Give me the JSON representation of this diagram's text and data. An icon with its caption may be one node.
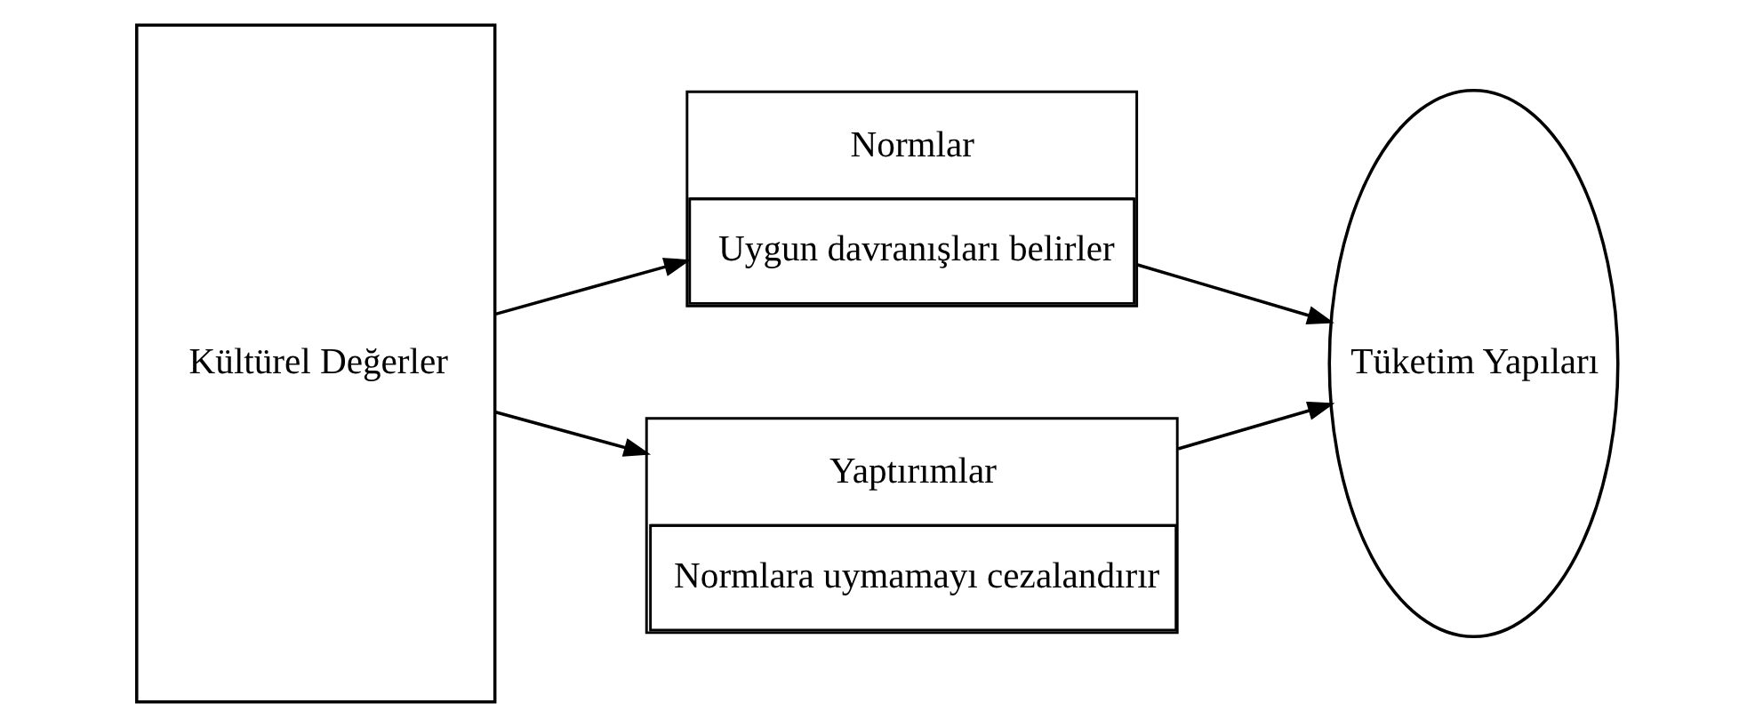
{
  "diagram": {
    "nodes": [
      {
        "text": [
          "Kültürel Değerler"
        ]
      },
      {
        "text": [
          "Normlar",
          "Uygun davranışları belirler"
        ]
      },
      {
        "text": [
          "Yaptırımlar",
          "Normlara uymamayı cezalandırır"
        ]
      },
      {
        "text": [
          "Tüketim Yapıları"
        ]
      }
    ],
    "edges": [
      {
        "from": 0,
        "to": 1,
        "arrow": "to"
      },
      {
        "from": 0,
        "to": 2,
        "arrow": "to"
      },
      {
        "from": 1,
        "to": 3,
        "arrow": "to"
      },
      {
        "from": 2,
        "to": 3,
        "arrow": "to"
      }
    ]
  }
}
